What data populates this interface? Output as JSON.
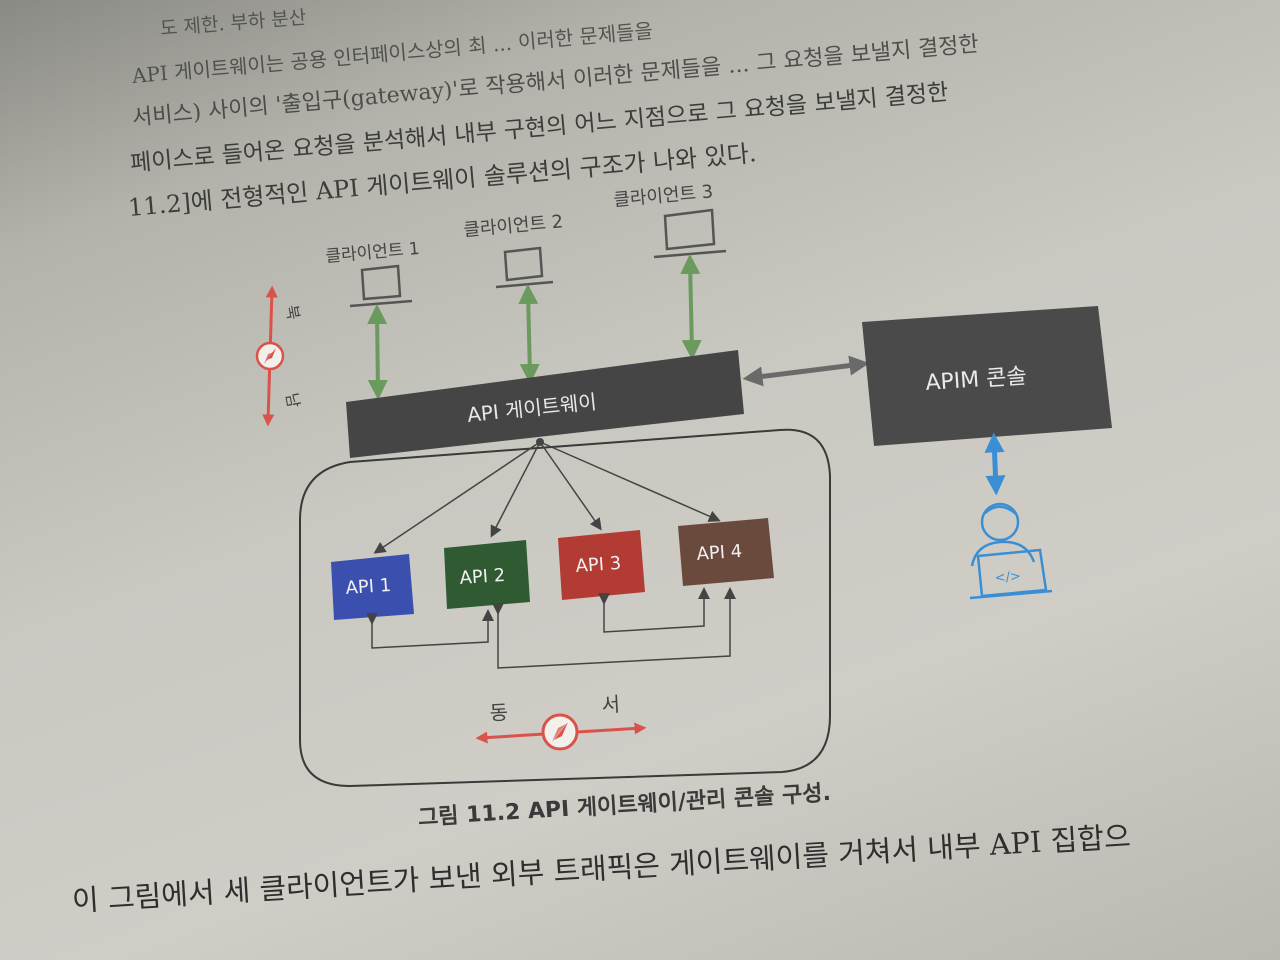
{
  "page_lines": [
    "도 제한. 부하 분산",
    "API 게이트웨이는 공용 인터페이스상의 최 ... 이러한 문제들을",
    "서비스) 사이의 '출입구(gateway)'로 작용해서 이러한 문제들을 ... 그 요청을 보낼지 결정한",
    "페이스로 들어온 요청을 분석해서 내부 구현의 어느 지점으로 그 요청을 보낼지 결정한",
    "11.2]에 전형적인 API 게이트웨이 솔루션의 구조가 나와 있다."
  ],
  "diagram": {
    "clients": [
      "클라이언트 1",
      "클라이언트 2",
      "클라이언트 3"
    ],
    "gateway_label": "API 게이트웨이",
    "console_label": "APIM 콘솔",
    "apis": [
      {
        "label": "API 1",
        "color": "#3b4fae"
      },
      {
        "label": "API 2",
        "color": "#2f5a32"
      },
      {
        "label": "API 3",
        "color": "#b23b33"
      },
      {
        "label": "API 4",
        "color": "#6a4a3c"
      }
    ],
    "north_label": "북",
    "south_label": "남",
    "east_label": "동",
    "west_label": "서",
    "code_symbol": "</>",
    "colors": {
      "green_arrow": "#6a9a5e",
      "red_compass": "#d9534a",
      "blue_user": "#3a8fd4",
      "gateway": "#454545",
      "console": "#4a4a4a"
    }
  },
  "caption": "그림 11.2 API 게이트웨이/관리 콘솔 구성.",
  "body_text": "이 그림에서 세 클라이언트가 보낸 외부 트래픽은 게이트웨이를 거쳐서 내부 API 집합으"
}
